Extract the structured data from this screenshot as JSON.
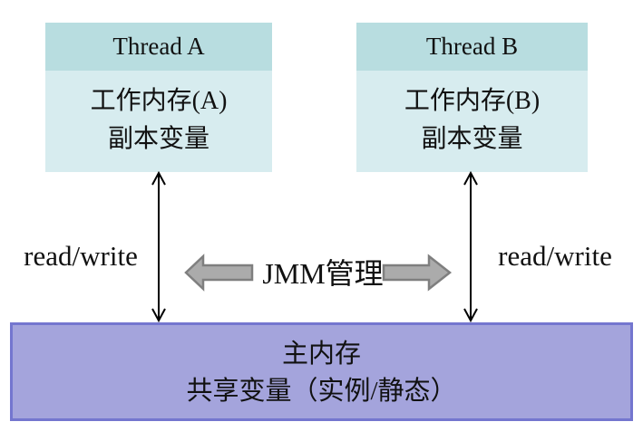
{
  "diagram": {
    "thread_a": {
      "title": "Thread A",
      "line1": "工作内存(A)",
      "line2": "副本变量"
    },
    "thread_b": {
      "title": "Thread B",
      "line1": "工作内存(B)",
      "line2": "副本变量"
    },
    "left_arrow_label": "read/write",
    "right_arrow_label": "read/write",
    "center_label": "JMM管理",
    "main_memory": {
      "line1": "主内存",
      "line2": "共享变量（实例/静态）"
    }
  },
  "icons": {
    "vertical_connector_a": "double-headed-arrow",
    "vertical_connector_b": "double-headed-arrow",
    "jmm_left": "block-arrow-left",
    "jmm_right": "block-arrow-right"
  },
  "colors": {
    "thread-header": "#b8dde0",
    "thread-body": "#d7ecef",
    "main-memory-fill": "#a4a4dc",
    "main-memory-border": "#7476cf",
    "block-arrow-fill": "#ababab",
    "block-arrow-border": "#7f7f7f",
    "line-arrow": "#000000"
  }
}
